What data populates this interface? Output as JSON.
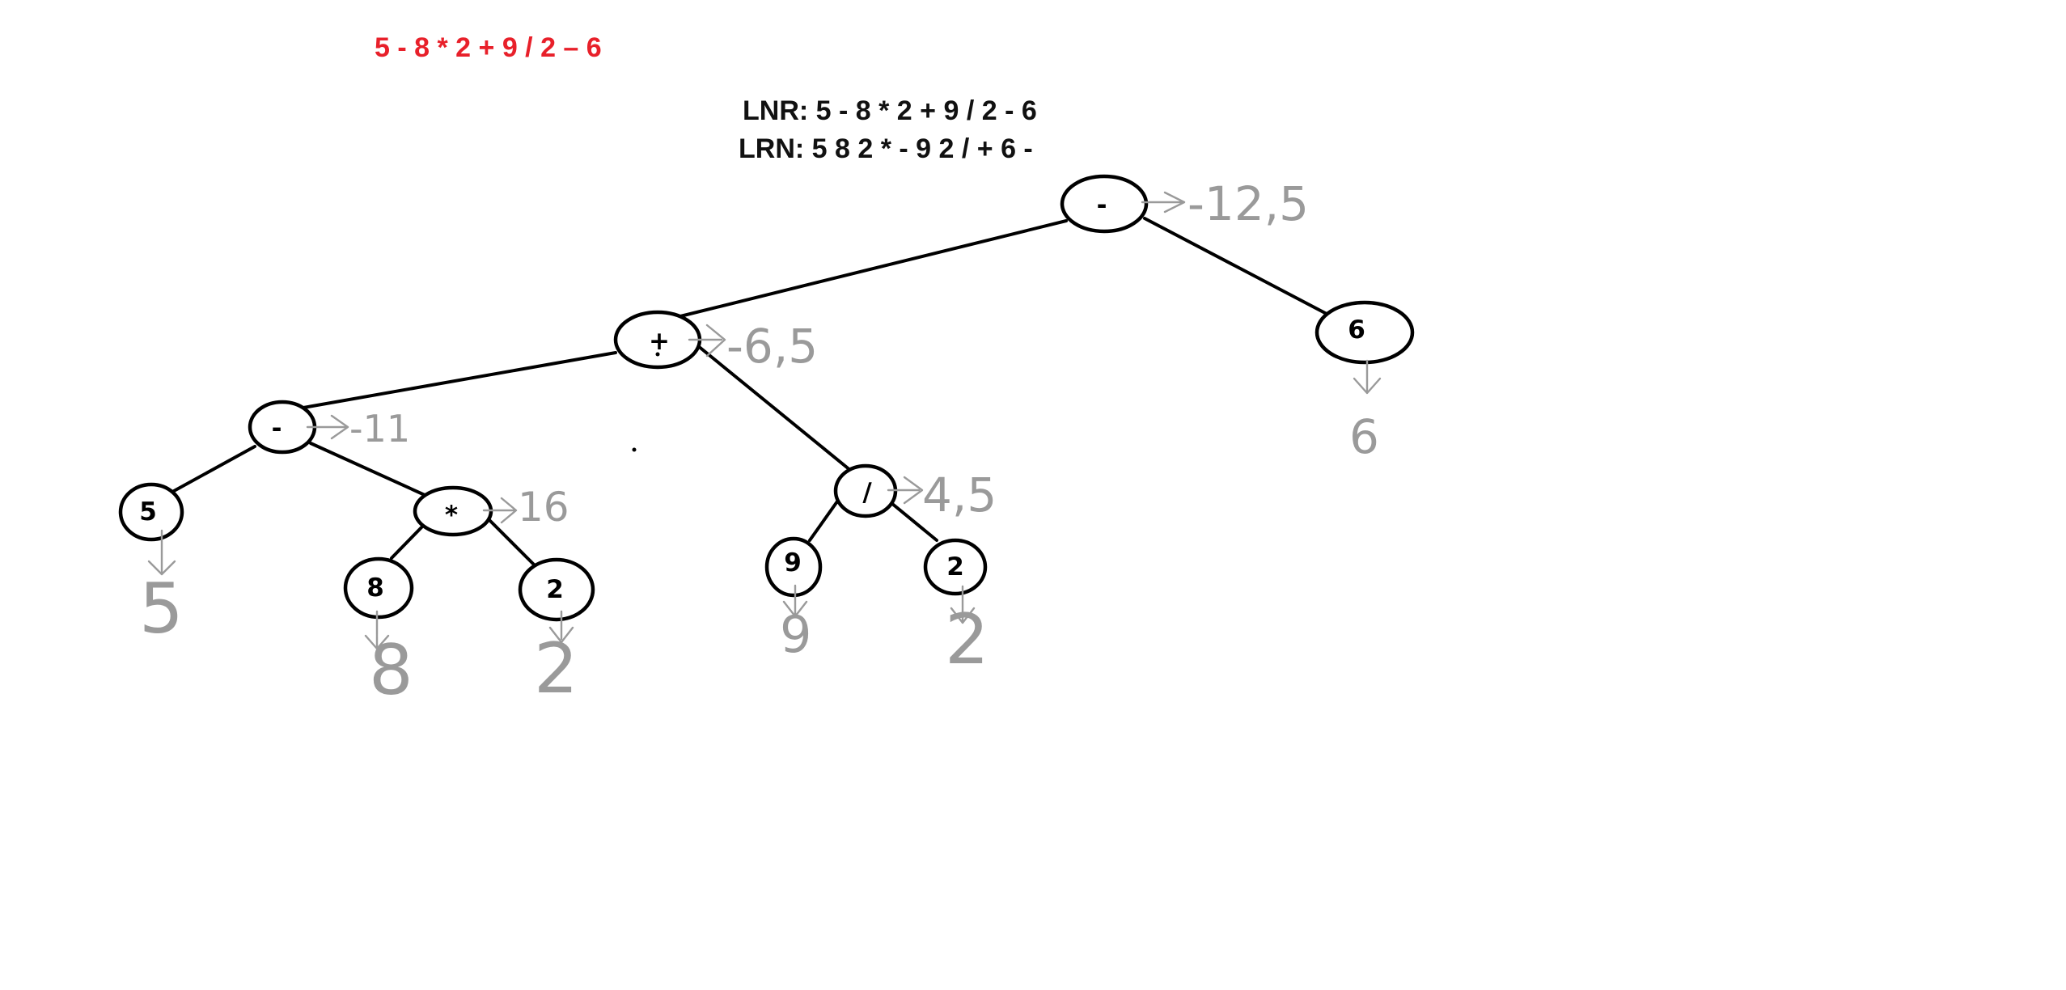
{
  "expression": "5 - 8 * 2 + 9 / 2 – 6",
  "traversals": {
    "lnr": "LNR: 5 - 8 * 2 + 9 / 2 - 6",
    "lrn": "LRN: 5 8 2 * - 9 2 / + 6 -"
  },
  "tree": {
    "nodes": [
      {
        "id": "root",
        "label": "-",
        "annotation": "-12,5",
        "name": "root-minus"
      },
      {
        "id": "plus",
        "label": "+",
        "annotation": "-6,5",
        "name": "plus"
      },
      {
        "id": "six",
        "label": "6",
        "annotation": "6",
        "name": "six"
      },
      {
        "id": "minus",
        "label": "-",
        "annotation": "-11",
        "name": "inner-minus"
      },
      {
        "id": "div",
        "label": "/",
        "annotation": "4,5",
        "name": "divide"
      },
      {
        "id": "five",
        "label": "5",
        "annotation": "5",
        "name": "five"
      },
      {
        "id": "mul",
        "label": "*",
        "annotation": "16",
        "name": "multiply"
      },
      {
        "id": "eight",
        "label": "8",
        "annotation": "8",
        "name": "eight"
      },
      {
        "id": "two_a",
        "label": "2",
        "annotation": "2",
        "name": "two-a"
      },
      {
        "id": "nine",
        "label": "9",
        "annotation": "9",
        "name": "nine"
      },
      {
        "id": "two_b",
        "label": "2",
        "annotation": "2",
        "name": "two-b"
      }
    ],
    "edges": [
      [
        "root",
        "plus"
      ],
      [
        "root",
        "six"
      ],
      [
        "plus",
        "minus"
      ],
      [
        "plus",
        "div"
      ],
      [
        "minus",
        "five"
      ],
      [
        "minus",
        "mul"
      ],
      [
        "mul",
        "eight"
      ],
      [
        "mul",
        "two_a"
      ],
      [
        "div",
        "nine"
      ],
      [
        "div",
        "two_b"
      ]
    ]
  }
}
